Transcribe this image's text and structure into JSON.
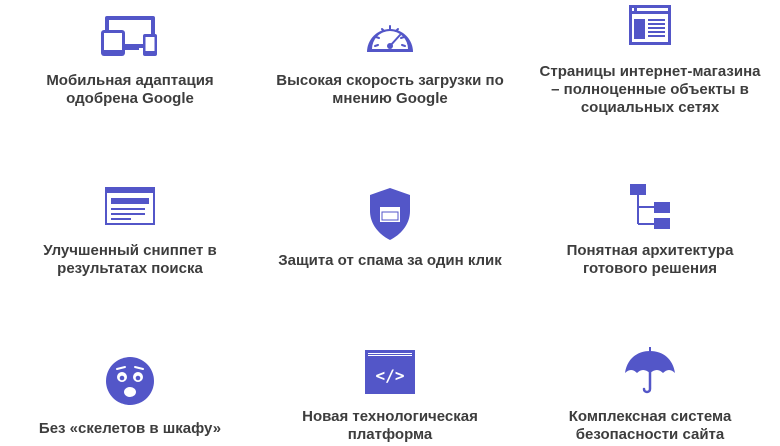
{
  "accent_color": "#5356c8",
  "features": [
    {
      "icon": "devices-icon",
      "label": "Мобильная адаптация\nодобрена Google"
    },
    {
      "icon": "speedometer-icon",
      "label": "Высокая скорость загрузки по\nмнению Google"
    },
    {
      "icon": "web-page-icon",
      "label": "Страницы интернет-магазина\n– полноценные объекты в\nсоциальных сетях"
    },
    {
      "icon": "snippet-icon",
      "label": "Улучшенный сниппет в\nрезультатах поиска"
    },
    {
      "icon": "shield-icon",
      "label": "Защита от спама за один клик"
    },
    {
      "icon": "hierarchy-icon",
      "label": "Понятная архитектура\nготового решения"
    },
    {
      "icon": "scared-face-icon",
      "label": "Без «скелетов в шкафу»"
    },
    {
      "icon": "code-window-icon",
      "label": "Новая технологическая\nплатформа"
    },
    {
      "icon": "umbrella-icon",
      "label": "Комплексная система\nбезопасности сайта"
    }
  ]
}
